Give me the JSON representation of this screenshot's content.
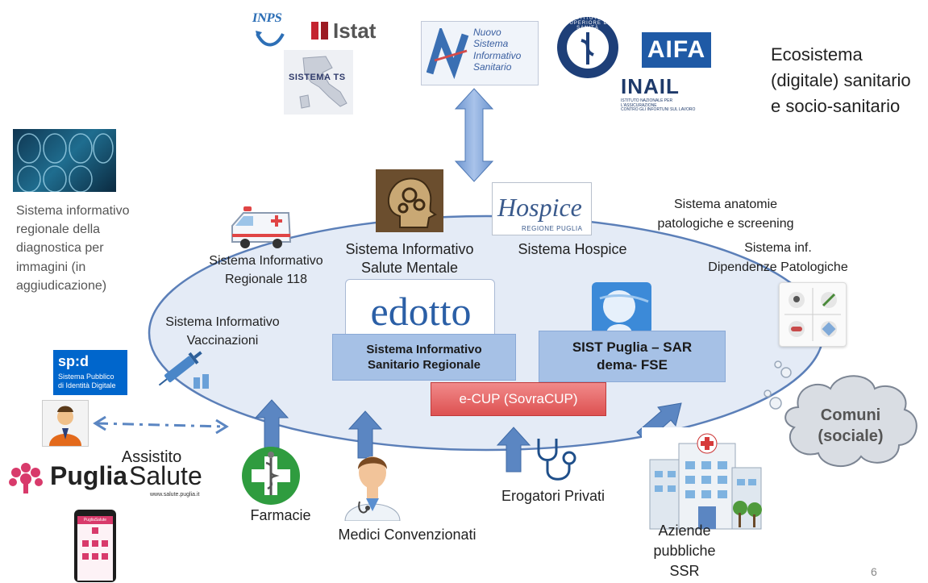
{
  "title": "Ecosistema\n(digitale) sanitario\ne socio-sanitario",
  "page_number": "6",
  "logos": {
    "inps": "INPS",
    "istat": "Istat",
    "sistema_ts": "SISTEMA TS",
    "nsis": "Nuovo\nSistema\nInformativo\nSanitario",
    "iss": "ISTITUTO SUPERIORE DI SANITÀ",
    "aifa": "AIFA",
    "inail": "INAIL",
    "inail_sub": "ISTITUTO NAZIONALE PER L'ASSICURAZIONE\nCONTRO GLI INFORTUNI SUL LAVORO",
    "hospice": "Hospice",
    "hospice_sub": "REGIONE PUGLIA",
    "edotto": "edotto",
    "spid": "sp:d",
    "spid_sub": "Sistema Pubblico\ndi Identità Digitale",
    "puglia_bold": "Puglia",
    "puglia_light": "Salute",
    "puglia_url": "www.salute.puglia.it",
    "app_header": "PugliaSalute"
  },
  "nodes": {
    "diagnostica": "Sistema informativo\nregionale della\ndiagnostica per\nimmagini (in\naggiudicazione)",
    "salute_mentale": "Sistema Informativo\nSalute Mentale",
    "hospice": "Sistema Hospice",
    "anatomie": "Sistema anatomie\npatologiche e screening",
    "dipendenze": "Sistema inf.\nDipendenze Patologiche",
    "sr118": "Sistema Informativo\nRegionale 118",
    "vaccinazioni": "Sistema Informativo\nVaccinazioni",
    "sisr": "Sistema Informativo\nSanitario Regionale",
    "sist": "SIST Puglia – SAR\ndema- FSE",
    "ecup": "e-CUP (SovraCUP)",
    "comuni": "Comuni\n(sociale)",
    "assistito": "Assistito",
    "farmacie": "Farmacie",
    "medici": "Medici Convenzionati",
    "erogatori": "Erogatori Privati",
    "aziende": "Aziende\npubbliche\nSSR"
  },
  "colors": {
    "ellipse_fill": "#e4ebf6",
    "ellipse_stroke": "#5b7fb8",
    "arrow": "#5b86c2",
    "box_blue": "#a6c1e6",
    "ecup": "#e35f5f",
    "aifa": "#1f5aa6",
    "spid": "#0066cc",
    "puglia_pink": "#d83a6b"
  }
}
